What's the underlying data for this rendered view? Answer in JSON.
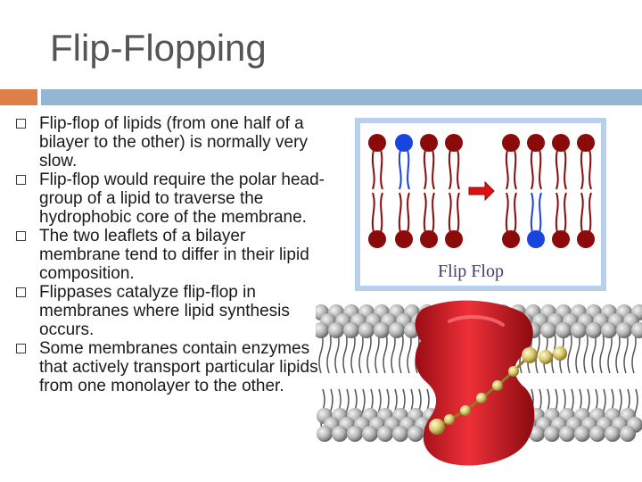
{
  "slide": {
    "title": "Flip-Flopping",
    "bullets": [
      "Flip-flop of lipids (from one half of a bilayer to the other) is normally very slow.",
      "Flip-flop would require the polar head-group of a lipid to traverse the hydrophobic core of the membrane.",
      "The two leaflets of a bilayer membrane tend to differ in their lipid composition.",
      "Flippases catalyze flip-flop in membranes where lipid synthesis occurs.",
      "Some membranes contain enzymes that actively transport particular lipids from one monolayer to the other."
    ]
  },
  "figure": {
    "caption": "Flip Flop"
  },
  "colors": {
    "title": "#555555",
    "accent_bar": "#dd8047",
    "main_bar": "#94b6d2",
    "lipid_head": "#8b0a0a",
    "flipped_head": "#1a44e0",
    "arrow": "#e01010",
    "protein": "#d01822",
    "frame": "#b8d0f0"
  },
  "icons": {
    "bullet": "hollow-square-bullet-icon",
    "arrow": "right-arrow-icon"
  }
}
